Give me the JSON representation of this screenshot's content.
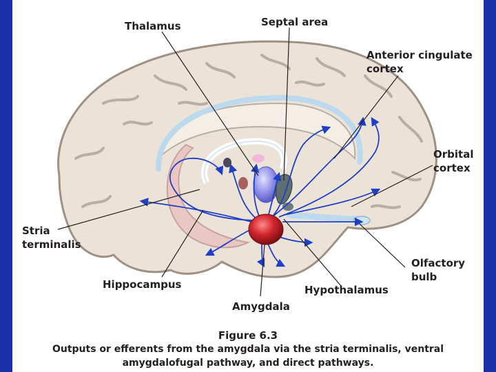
{
  "colors": {
    "frame": "#1a2fa6",
    "panel": "#ffffff",
    "brain_tissue": "#ece3d8",
    "brain_outline": "#9e9084",
    "pathway_arrows": "#1f3fc4",
    "amygdala": "#c8242b",
    "thalamus": "#8f8fe8",
    "hippocampus": "#e9c8c4",
    "septal_area": "#5f6f6f",
    "label_text": "#231f20"
  },
  "labels": {
    "thalamus": "Thalamus",
    "septal_area": "Septal area",
    "anterior_cingulate_line1": "Anterior cingulate",
    "anterior_cingulate_line2": "cortex",
    "orbital_line1": "Orbital",
    "orbital_line2": "cortex",
    "stria_line1": "Stria",
    "stria_line2": "terminalis",
    "olfactory_line1": "Olfactory",
    "olfactory_line2": "bulb",
    "hippocampus": "Hippocampus",
    "hypothalamus": "Hypothalamus",
    "amygdala": "Amygdala"
  },
  "caption": {
    "figure_number": "Figure 6.3",
    "line1": "Outputs or efferents from the amygdala via the stria terminalis, ventral",
    "line2": "amygdalofugal pathway, and direct pathways."
  }
}
